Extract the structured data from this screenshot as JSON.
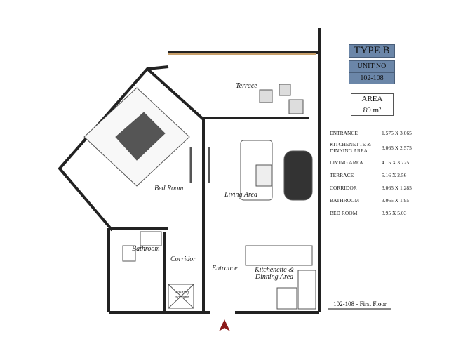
{
  "header": {
    "type": "TYPE  B",
    "unit_label": "UNIT NO",
    "unit_value": "102-108"
  },
  "area": {
    "label": "AREA",
    "value": "89 m²"
  },
  "dimensions": [
    {
      "room": "ENTRANCE",
      "size": "1.575  X  3.065"
    },
    {
      "room": "KITCHENETTE & DINNING AREA",
      "size": "3.065  X  2.575"
    },
    {
      "room": "LIVING  AREA",
      "size": "4.15   X  3.725"
    },
    {
      "room": "TERRACE",
      "size": "5.16   X  2.56"
    },
    {
      "room": "CORRIDOR",
      "size": "3.065  X  1.285"
    },
    {
      "room": "BATHROOM",
      "size": "3.065  X  1.95"
    },
    {
      "room": "BED ROOM",
      "size": "3.95   X  5.03"
    }
  ],
  "floor_caption": "102-108 - First Floor",
  "rooms": {
    "terrace": "Terrace",
    "bedroom": "Bed Room",
    "living": "Living Area",
    "bathroom": "Bathroom",
    "corridor": "Corridor",
    "entrance": "Entrance",
    "kitchen": "Kitchenette & Dinning Area",
    "washer": "washing machine"
  },
  "colors": {
    "accent": "#6b86a8",
    "wall": "#222222",
    "north": "#8b1a1a"
  }
}
